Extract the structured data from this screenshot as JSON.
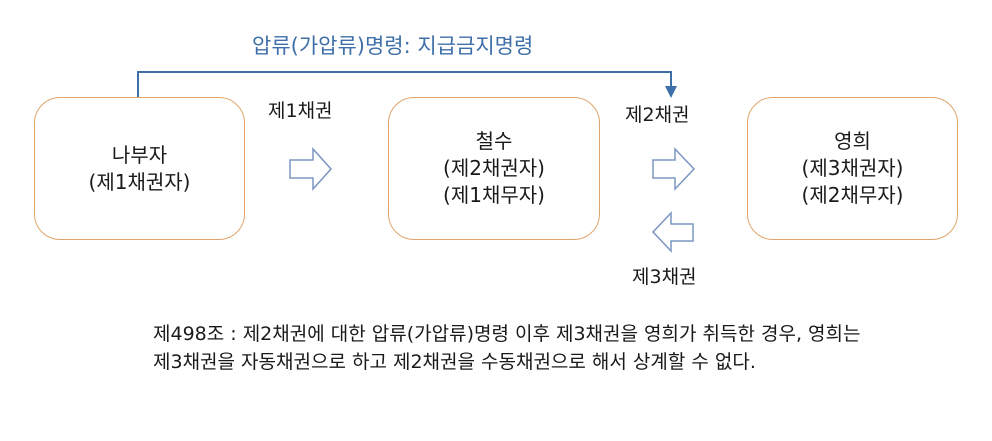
{
  "top_label": "압류(가압류)명령: 지급금지명령",
  "nodes": [
    {
      "name": "나부자",
      "role": "(제1채권자)"
    },
    {
      "name": "철수",
      "role": "(제2채권자)",
      "role2": "(제1채무자)"
    },
    {
      "name": "영희",
      "role": "(제3채권자)",
      "role2": "(제2채무자)"
    }
  ],
  "edges": {
    "claim1": "제1채권",
    "claim2": "제2채권",
    "claim3": "제3채권"
  },
  "note": "제498조 : 제2채권에 대한 압류(가압류)명령 이후 제3채권을 영희가 취득한 경우, 영희는 제3채권을 자동채권으로 하고 제2채권을 수동채권으로 해서 상계할 수 없다.",
  "colors": {
    "box_border": "#e0a56b",
    "connector": "#3f6fa8",
    "block_arrow": "#7b95c2"
  }
}
